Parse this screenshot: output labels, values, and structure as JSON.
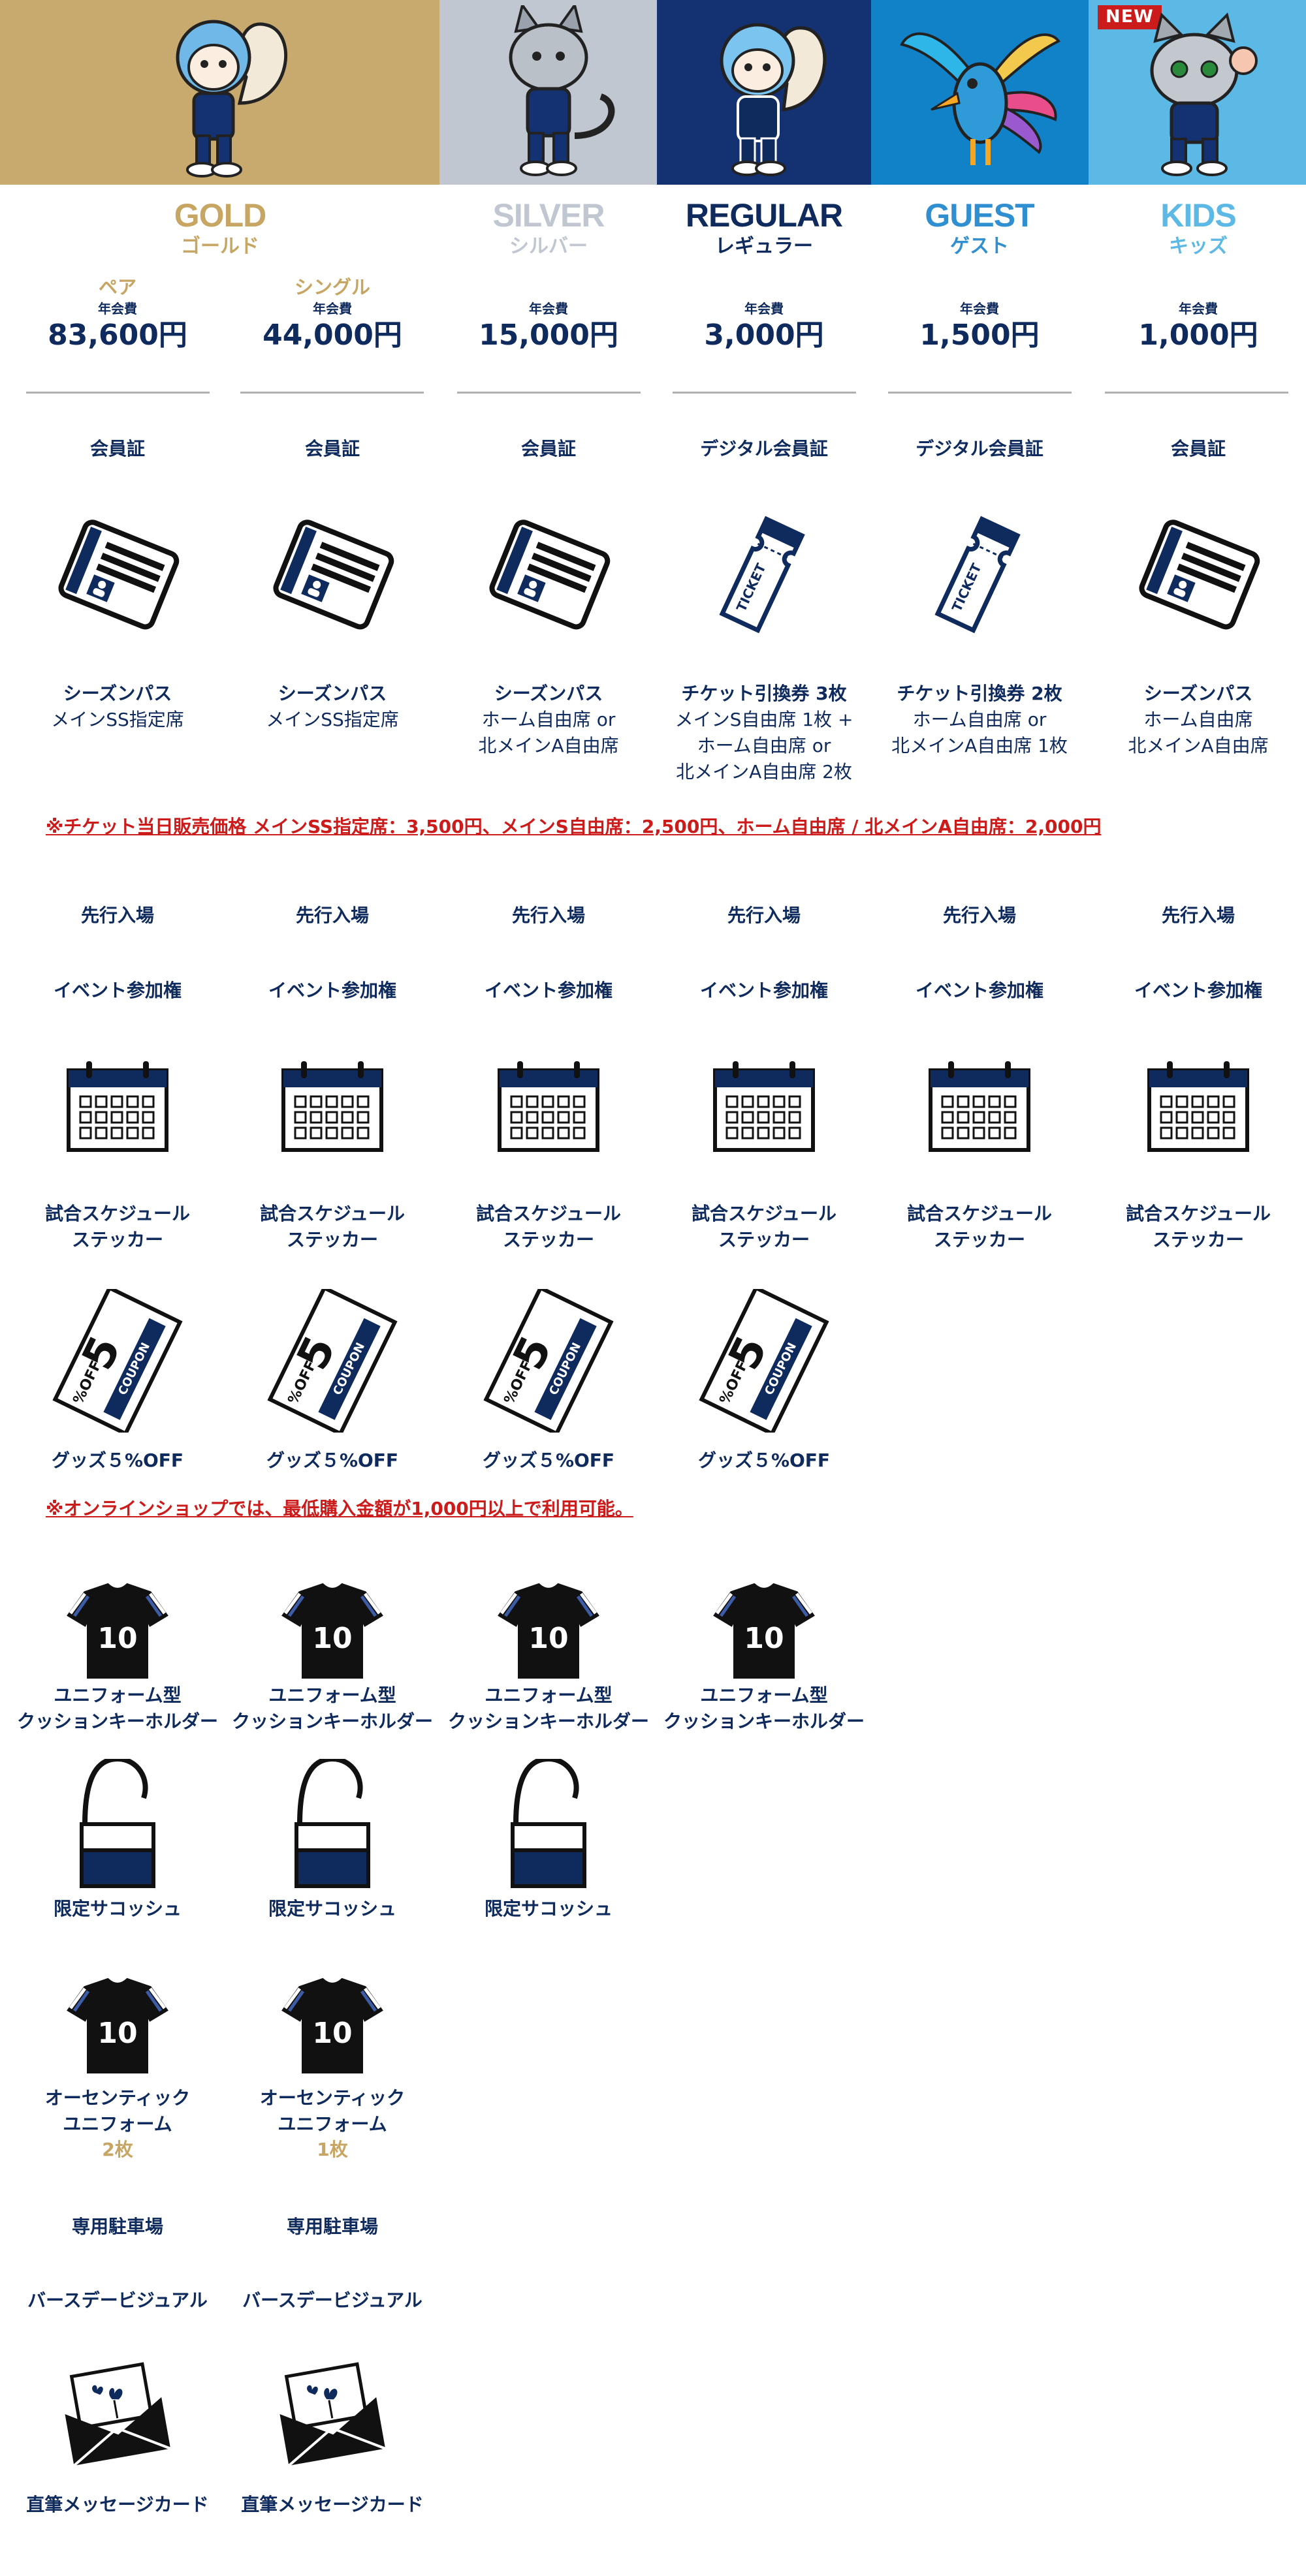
{
  "colors": {
    "navy": "#0f2a5c",
    "gold": "#c7a563",
    "silver": "#c0c7d1",
    "regular_bg": "#143172",
    "guest_bg": "#1282c8",
    "kids_bg": "#5cb8e4",
    "red": "#cc1b1b"
  },
  "header": {
    "new_badge": "NEW"
  },
  "tiers": [
    {
      "en": "GOLD",
      "jp": "ゴールド",
      "color": "#c7a563"
    },
    {
      "en": "SILVER",
      "jp": "シルバー",
      "color": "#c0c7d1"
    },
    {
      "en": "REGULAR",
      "jp": "レギュラー",
      "color": "#0f2a5c"
    },
    {
      "en": "GUEST",
      "jp": "ゲスト",
      "color": "#2f8fd0"
    },
    {
      "en": "KIDS",
      "jp": "キッズ",
      "color": "#5cb8e4"
    }
  ],
  "plans": [
    {
      "kind": "ペア",
      "fee_label": "年会費",
      "amount": "83,600円"
    },
    {
      "kind": "シングル",
      "fee_label": "年会費",
      "amount": "44,000円"
    },
    {
      "kind": "",
      "fee_label": "年会費",
      "amount": "15,000円"
    },
    {
      "kind": "",
      "fee_label": "年会費",
      "amount": "3,000円"
    },
    {
      "kind": "",
      "fee_label": "年会費",
      "amount": "1,500円"
    },
    {
      "kind": "",
      "fee_label": "年会費",
      "amount": "1,000円"
    }
  ],
  "card_titles": [
    "会員証",
    "会員証",
    "会員証",
    "デジタル会員証",
    "デジタル会員証",
    "会員証"
  ],
  "card_icons": [
    "membership-card-icon",
    "membership-card-icon",
    "membership-card-icon",
    "ticket-icon",
    "ticket-icon",
    "membership-card-icon"
  ],
  "card_items": [
    {
      "title": "シーズンパス",
      "lines": [
        "メインSS指定席"
      ]
    },
    {
      "title": "シーズンパス",
      "lines": [
        "メインSS指定席"
      ]
    },
    {
      "title": "シーズンパス",
      "lines": [
        "ホーム自由席 or",
        "北メインA自由席"
      ]
    },
    {
      "title": "チケット引換券 3枚",
      "lines": [
        "メインS自由席 1枚 +",
        "ホーム自由席 or",
        "北メインA自由席 2枚"
      ]
    },
    {
      "title": "チケット引換券 2枚",
      "lines": [
        "ホーム自由席 or",
        "北メインA自由席 1枚"
      ]
    },
    {
      "title": "シーズンパス",
      "lines": [
        "ホーム自由席",
        "北メインA自由席"
      ]
    }
  ],
  "ticket_word": "TICKET",
  "note_ticket": "※チケット当日販売価格 メインSS指定席：3,500円、メインS自由席：2,500円、ホーム自由席 / 北メインA自由席：2,000円",
  "early_entry": [
    "先行入場",
    "先行入場",
    "先行入場",
    "先行入場",
    "先行入場",
    "先行入場"
  ],
  "event": [
    "イベント参加権",
    "イベント参加権",
    "イベント参加権",
    "イベント参加権",
    "イベント参加権",
    "イベント参加権"
  ],
  "sticker": [
    [
      "試合スケジュール",
      "ステッカー"
    ],
    [
      "試合スケジュール",
      "ステッカー"
    ],
    [
      "試合スケジュール",
      "ステッカー"
    ],
    [
      "試合スケジュール",
      "ステッカー"
    ],
    [
      "試合スケジュール",
      "ステッカー"
    ],
    [
      "試合スケジュール",
      "ステッカー"
    ]
  ],
  "coupon": {
    "big": "5",
    "pct": "%",
    "off": "OFF",
    "word": "COUPON",
    "labels": [
      "グッズ５%OFF",
      "グッズ５%OFF",
      "グッズ５%OFF",
      "グッズ５%OFF"
    ]
  },
  "note_coupon": "※オンラインショップでは、最低購入金額が1,000円以上で利用可能。",
  "keyholder": {
    "number": "10",
    "labels": [
      [
        "ユニフォーム型",
        "クッションキーホルダー"
      ],
      [
        "ユニフォーム型",
        "クッションキーホルダー"
      ],
      [
        "ユニフォーム型",
        "クッションキーホルダー"
      ],
      [
        "ユニフォーム型",
        "クッションキーホルダー"
      ]
    ]
  },
  "sacoche": [
    "限定サコッシュ",
    "限定サコッシュ",
    "限定サコッシュ"
  ],
  "uniform": [
    {
      "l1": "オーセンティック",
      "l2": "ユニフォーム",
      "count": "2枚"
    },
    {
      "l1": "オーセンティック",
      "l2": "ユニフォーム",
      "count": "1枚"
    }
  ],
  "parking": [
    "専用駐車場",
    "専用駐車場"
  ],
  "birthday": [
    "バースデービジュアル",
    "バースデービジュアル"
  ],
  "message_card": [
    "直筆メッセージカード",
    "直筆メッセージカード"
  ]
}
